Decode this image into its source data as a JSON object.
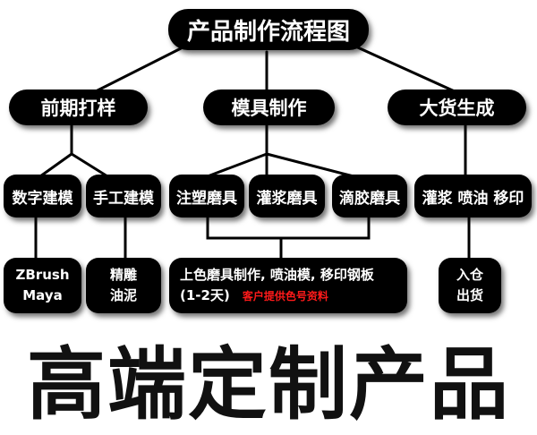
{
  "root": {
    "label": "产品制作流程图"
  },
  "stages": [
    {
      "label": "前期打样"
    },
    {
      "label": "模具制作"
    },
    {
      "label": "大货生成"
    }
  ],
  "sample": {
    "digital": {
      "label": "数字建模",
      "tools": [
        "ZBrush",
        "Maya"
      ]
    },
    "manual": {
      "label": "手工建模",
      "tools": [
        "精雕",
        "油泥"
      ]
    }
  },
  "molds": {
    "items": [
      "注塑磨具",
      "灌浆磨具",
      "滴胶磨具"
    ],
    "detail": {
      "line1": "上色磨具制作, 喷油模, 移印钢板",
      "line2": "(1-2天)",
      "note": "客户提供色号资料"
    }
  },
  "production": {
    "process": "灌浆 喷油 移印",
    "steps": [
      "入仓",
      "出货"
    ]
  },
  "banner": "高端定制产品",
  "colors": {
    "box": "#000000",
    "text": "#ffffff",
    "note": "#ff1a1a",
    "line": "#000000"
  }
}
